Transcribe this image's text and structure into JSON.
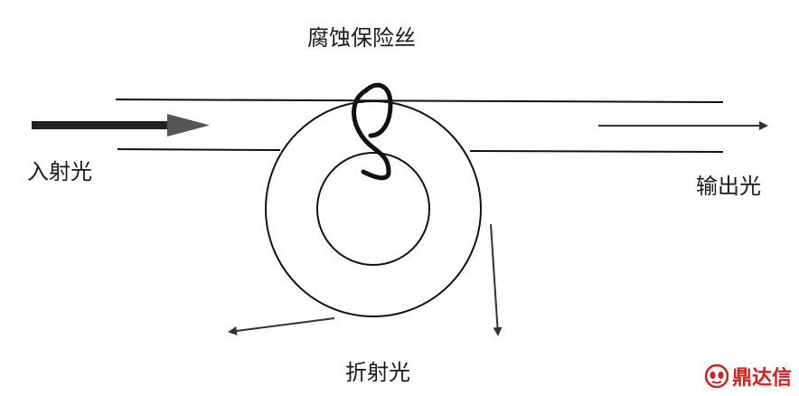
{
  "labels": {
    "fuse": "腐蚀保险丝",
    "incident": "入射光",
    "output": "输出光",
    "refracted": "折射光"
  },
  "logo": {
    "text": "鼎达信",
    "icon": "mask-logo-icon",
    "color": "#d21e1e"
  },
  "colors": {
    "line": "#111111",
    "arrow": "#333333"
  }
}
